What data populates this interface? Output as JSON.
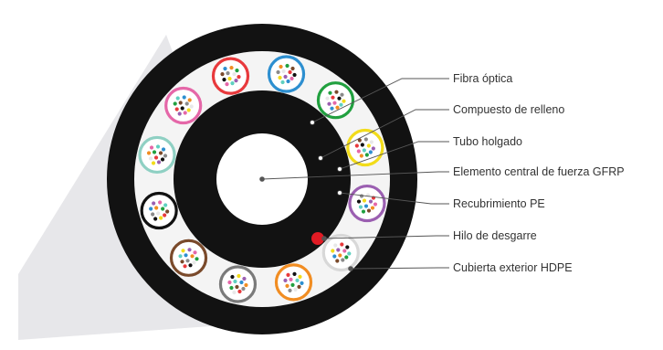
{
  "colors": {
    "jacket": "#121212",
    "inner_filler": "#f4f4f4",
    "center_tube": "#ffffff",
    "shadow": "#d4d4d8",
    "ripcord": "#e01b24",
    "leader_line": "#555555",
    "label_text": "#333333"
  },
  "tube_colors": [
    "#e8393c",
    "#2d8fd0",
    "#21a03f",
    "#f2dc1a",
    "#9b5fb1",
    "#d8d8d8",
    "#f18d22",
    "#7a7a7a",
    "#7a4a2b",
    "#111111",
    "#8fd0c3",
    "#e567a8"
  ],
  "fiber_colors": [
    "#2d8fd0",
    "#f18d22",
    "#21a03f",
    "#7a4a2b",
    "#8a8a8a",
    "#e8e8e8",
    "#e8393c",
    "#111111",
    "#f2dc1a",
    "#9b5fb1",
    "#e567a8",
    "#5fd0c0"
  ],
  "labels": {
    "fibra_optica": "Fibra óptica",
    "compuesto_relleno": "Compuesto de relleno",
    "tubo_holgado": "Tubo holgado",
    "elemento_central": "Elemento central de fuerza GFRP",
    "recubrimiento_pe": "Recubrimiento PE",
    "hilo_desgarre": "Hilo de desgarre",
    "cubierta_exterior": "Cubierta exterior HDPE"
  }
}
